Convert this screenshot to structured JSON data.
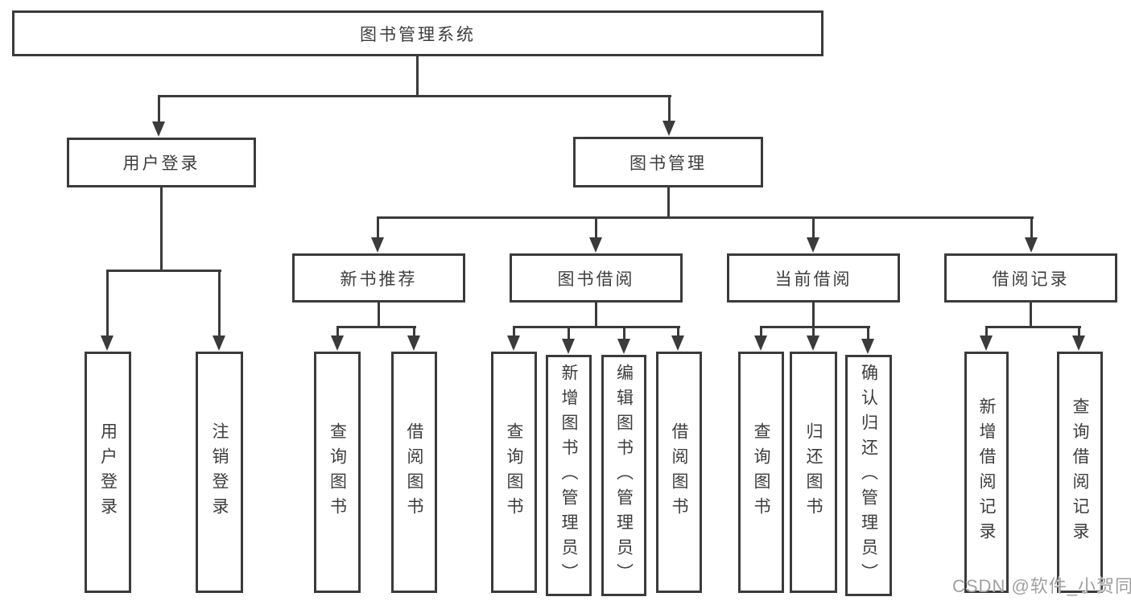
{
  "diagram": {
    "root": {
      "label": "图书管理系统"
    },
    "branches": [
      {
        "label": "用户登录",
        "children": [
          {
            "label": "用户登录"
          },
          {
            "label": "注销登录"
          }
        ]
      },
      {
        "label": "图书管理",
        "children": [
          {
            "label": "新书推荐",
            "children": [
              {
                "label": "查询图书"
              },
              {
                "label": "借阅图书"
              }
            ]
          },
          {
            "label": "图书借阅",
            "children": [
              {
                "label": "查询图书"
              },
              {
                "label": "新增图书（管理员）"
              },
              {
                "label": "编辑图书（管理员）"
              },
              {
                "label": "借阅图书"
              }
            ]
          },
          {
            "label": "当前借阅",
            "children": [
              {
                "label": "查询图书"
              },
              {
                "label": "归还图书"
              },
              {
                "label": "确认归还（管理员）"
              }
            ]
          },
          {
            "label": "借阅记录",
            "children": [
              {
                "label": "新增借阅记录"
              },
              {
                "label": "查询借阅记录"
              }
            ]
          }
        ]
      }
    ]
  },
  "watermark": {
    "text": "CSDN @软件_小贺同学"
  },
  "colors": {
    "line": "#3b3b3b",
    "text": "#3d3d3d",
    "watermark": "#a0a0a0",
    "background": "#ffffff"
  }
}
